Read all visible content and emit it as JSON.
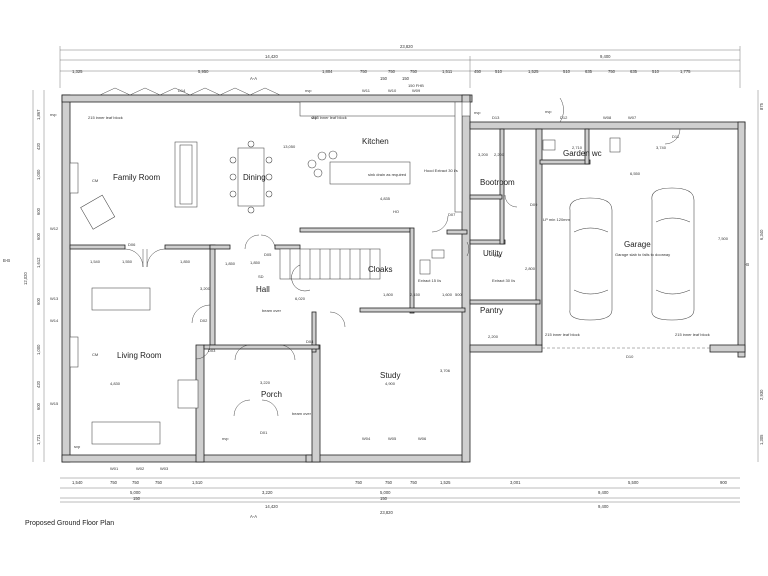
{
  "title": "Proposed Ground Floor Plan",
  "rooms": {
    "family_room": "Family Room",
    "dining": "Dining",
    "kitchen": "Kitchen",
    "bootroom": "Bootroom",
    "garden_wc": "Garden wc",
    "garage": "Garage",
    "utility": "Utility",
    "pantry": "Pantry",
    "cloaks": "Cloaks",
    "hall": "Hall",
    "living_room": "Living Room",
    "study": "Study",
    "porch": "Porch"
  },
  "labels": {
    "aa": "A-A",
    "bb": "B-B",
    "inner_leaf": "215 inner leaf block",
    "sink": "sink drain\nas required",
    "hood": "Hood Extract\n30 l/s",
    "extract_cloaks": "Extract\n15 l/s",
    "extract_utility": "Extract\n30 l/s",
    "garage_slab": "Garage slab to\nfalls to doorway",
    "lp_min": "LP min\n120mm",
    "cm": "CM",
    "sd": "SD",
    "ho": "HO",
    "nvp": "nvp",
    "svp": "svp",
    "beam": "beam over"
  },
  "doors": [
    "D14",
    "D13",
    "D12",
    "D11",
    "D06",
    "D05",
    "D07",
    "D08",
    "D09",
    "D10",
    "D03",
    "D04",
    "D01",
    "D02"
  ],
  "windows": [
    "W11",
    "W10",
    "W09",
    "W08",
    "W07",
    "W12",
    "W13",
    "W14",
    "W15",
    "W01",
    "W02",
    "W03",
    "W04",
    "W05",
    "W06"
  ],
  "dims_top": {
    "overall": "23,820",
    "left": "14,420",
    "right": "9,400",
    "segments": [
      "1,325",
      "5,950",
      "1,804",
      "750",
      "750",
      "750",
      "1,511",
      "450",
      "510",
      "1,525",
      "510",
      "635",
      "750",
      "635",
      "510",
      "1,775"
    ],
    "sub": [
      "150",
      "150"
    ],
    "note": "150 FHB"
  },
  "dims_bottom": {
    "overall": "23,820",
    "left": "14,420",
    "right": "9,400",
    "row1": [
      "1,540",
      "750",
      "750",
      "750",
      "1,510",
      "750",
      "750",
      "750",
      "1,525",
      "3,001",
      "5,500",
      "900"
    ],
    "row2": [
      "5,000",
      "3,220",
      "5,000",
      "9,400"
    ],
    "sub": [
      "150",
      "150"
    ]
  },
  "dims_left": {
    "overall": "12,020",
    "segments": [
      "1,867",
      "420",
      "1,000",
      "600",
      "600",
      "1,612",
      "600",
      "1,000",
      "420",
      "600",
      "1,721"
    ]
  },
  "dims_right": {
    "overall": "6,340",
    "segments": [
      "875",
      "2,930",
      "1,305"
    ]
  },
  "dims_inner": [
    "3,200",
    "2,200",
    "2,710",
    "3,740",
    "6,550",
    "7,500",
    "13,050",
    "4,835",
    "1,850",
    "1,540",
    "1,550",
    "1,850",
    "6,020",
    "4,830",
    "3,220",
    "4,900",
    "2,150",
    "1,800",
    "2,800",
    "2,200",
    "1,600",
    "500",
    "3,706",
    "1,850",
    "3,200"
  ]
}
